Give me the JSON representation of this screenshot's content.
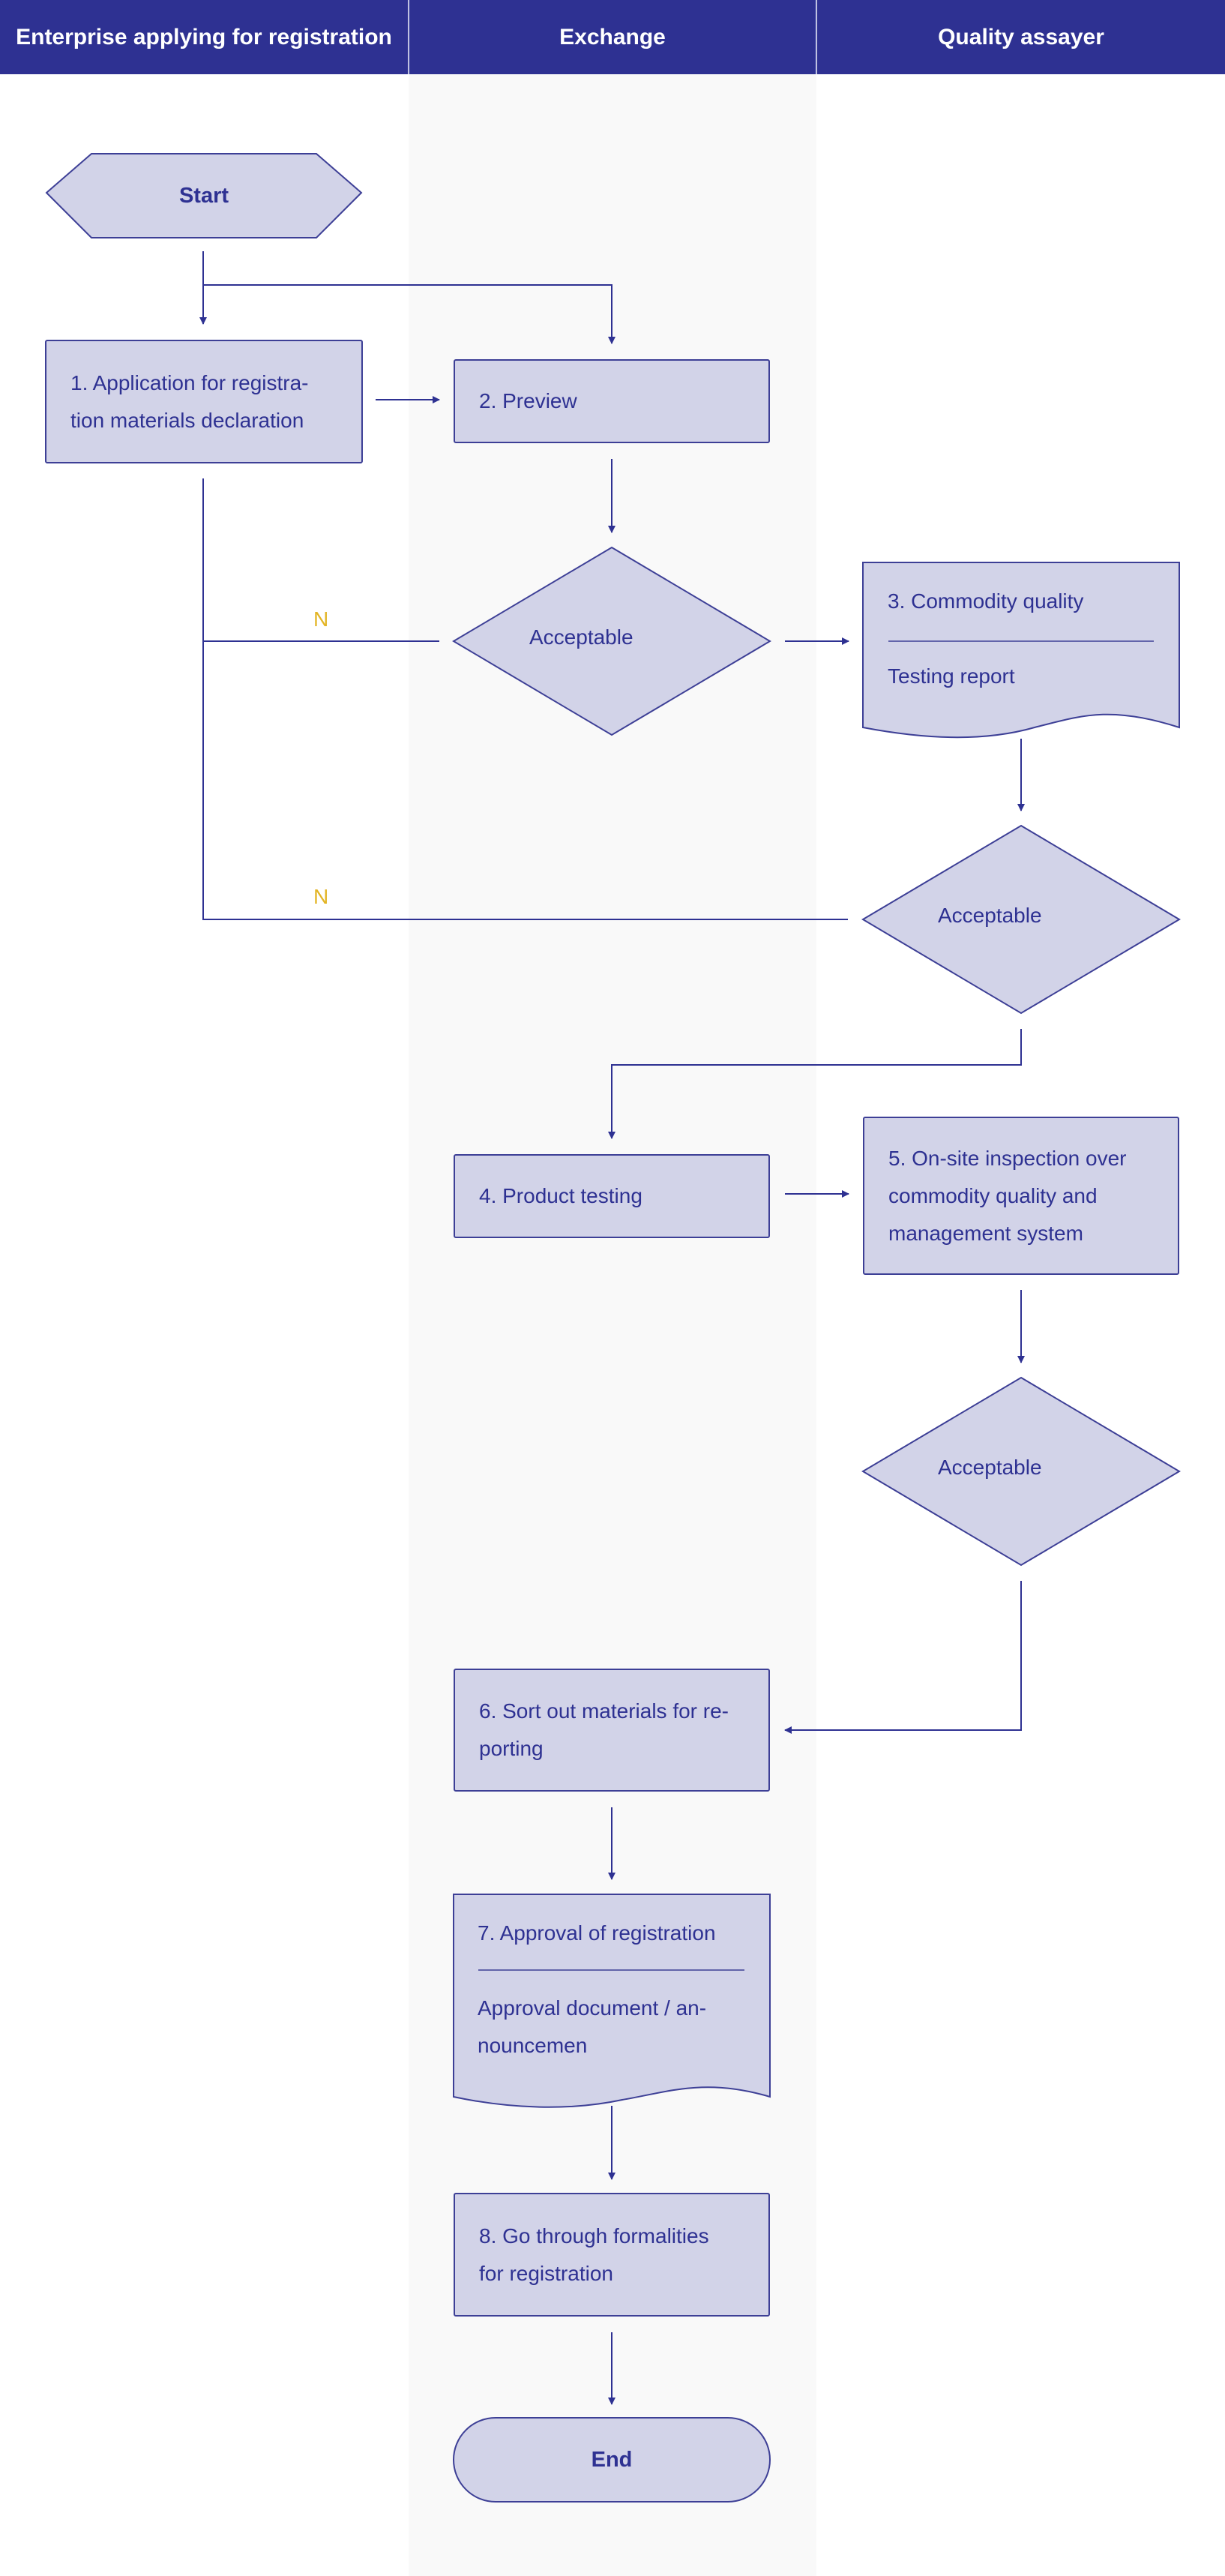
{
  "lanes": {
    "enterprise": "Enterprise applying for registration",
    "exchange": "Exchange",
    "assayer": "Quality assayer"
  },
  "nodes": {
    "start": "Start",
    "step1_line1": "1. Application for registra-",
    "step1_line2": "tion materials declaration",
    "step2": "2. Preview",
    "decision1": "Acceptable",
    "step3_title": "3. Commodity quality",
    "step3_sub": "Testing report",
    "decision2": "Acceptable",
    "step4": "4. Product testing",
    "step5_line1": "5. On-site inspection over",
    "step5_line2": "commodity quality and",
    "step5_line3": "management system",
    "decision3": "Acceptable",
    "step6_line1": "6. Sort out materials for re-",
    "step6_line2": "porting",
    "step7_title": "7. Approval of registration",
    "step7_sub1": "Approval document / an-",
    "step7_sub2": "nouncemen",
    "step8_line1": "8. Go through formalities",
    "step8_line2": "for registration",
    "end": "End"
  },
  "edge_labels": {
    "no1": "N",
    "no2": "N"
  },
  "colors": {
    "header": "#2e3192",
    "node_fill": "#d2d3e8",
    "node_stroke": "#3d3f96",
    "text": "#2e3192",
    "no_label": "#e3b526",
    "exchange_lane": "#f9f9f9"
  }
}
